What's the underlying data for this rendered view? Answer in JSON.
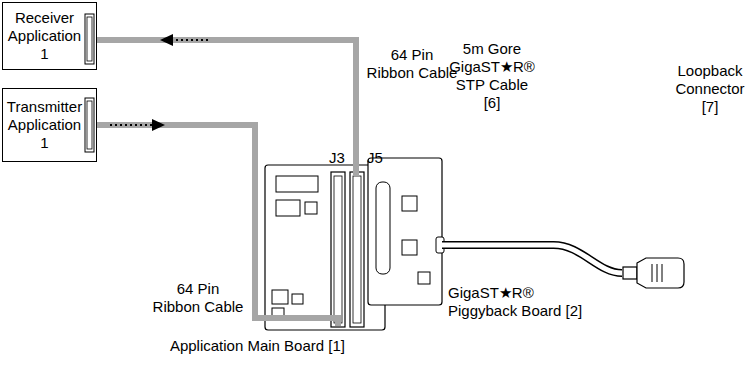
{
  "diagram": {
    "nodes": [
      {
        "text": [
          "Receiver Application 1"
        ]
      },
      {
        "text": [
          "Transmitter Application 1"
        ]
      },
      {
        "text": [
          "Application Main Board [1]"
        ]
      },
      {
        "text": [
          "GigaST★R® Piggyback Board [2]"
        ]
      },
      {
        "text": [
          "Loopback Connector [7]"
        ]
      }
    ],
    "edges": [
      {
        "from": 2,
        "to": 0,
        "label": "64 Pin Ribbon Cable",
        "arrow": "none"
      },
      {
        "from": 1,
        "to": 2,
        "label": "64 Pin Ribbon Cable",
        "arrow": "none"
      },
      {
        "from": 3,
        "to": 4,
        "label": "5m Gore GigaST★R® STP Cable [6]",
        "arrow": "none"
      }
    ],
    "labels": [
      "J3",
      "J5"
    ]
  }
}
